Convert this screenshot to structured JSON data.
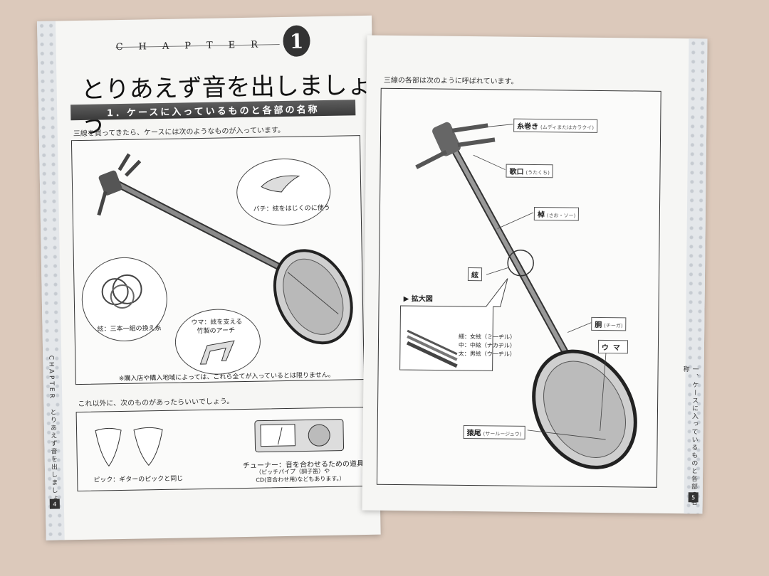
{
  "left": {
    "chapter_word": "CHAPTER",
    "chapter_number": "1",
    "title": "とりあえず音を出しましょう",
    "section": "1．ケースに入っているものと各部の名称",
    "intro": "三線を買ってきたら、ケースには次のようなものが入っています。",
    "bachi_caption": "バチ：絃をはじくのに使う",
    "strings_caption": "絃：三本一組の換え糸",
    "uma_caption_1": "ウマ：絃を支える",
    "uma_caption_2": "竹製のアーチ",
    "note": "※購入店や購入地域によっては、これら全てが入っているとは限りません。",
    "extra_intro": "これ以外に、次のものがあったらいいでしょう。",
    "pick_caption": "ピック：ギターのピックと同じ",
    "tuner_caption": "チューナー：音を合わせるための道具",
    "tuner_note_1": "（ピッチパイプ（調子笛）や",
    "tuner_note_2": "CD(音合わせ用)などもあります。）",
    "side_chapter": "CHAPTER",
    "side_title": "とりあえず音を出しましょう",
    "page_number": "4"
  },
  "right": {
    "intro": "三線の各部は次のように呼ばれています。",
    "itomaki": "糸巻き",
    "itomaki_reading": "(ムディまたはカラクイ)",
    "kaguchi": "歌口",
    "kaguchi_reading": "(うたくち)",
    "sao": "棹",
    "sao_reading": "(さお・ソー)",
    "gen": "絃",
    "kakudaizu": "拡大図",
    "string_thin": "細：女絃（ミーヂル）",
    "string_mid": "中：中絃（ナカヂル）",
    "string_thick": "太：男絃（ウーヂル）",
    "do": "胴",
    "do_reading": "(チーガ)",
    "uma": "ウマ",
    "saruo": "猿尾",
    "saruo_reading": "(サールージュウ)",
    "side_title": "一、ケースに入っているものと各部の名称",
    "page_number": "5"
  }
}
